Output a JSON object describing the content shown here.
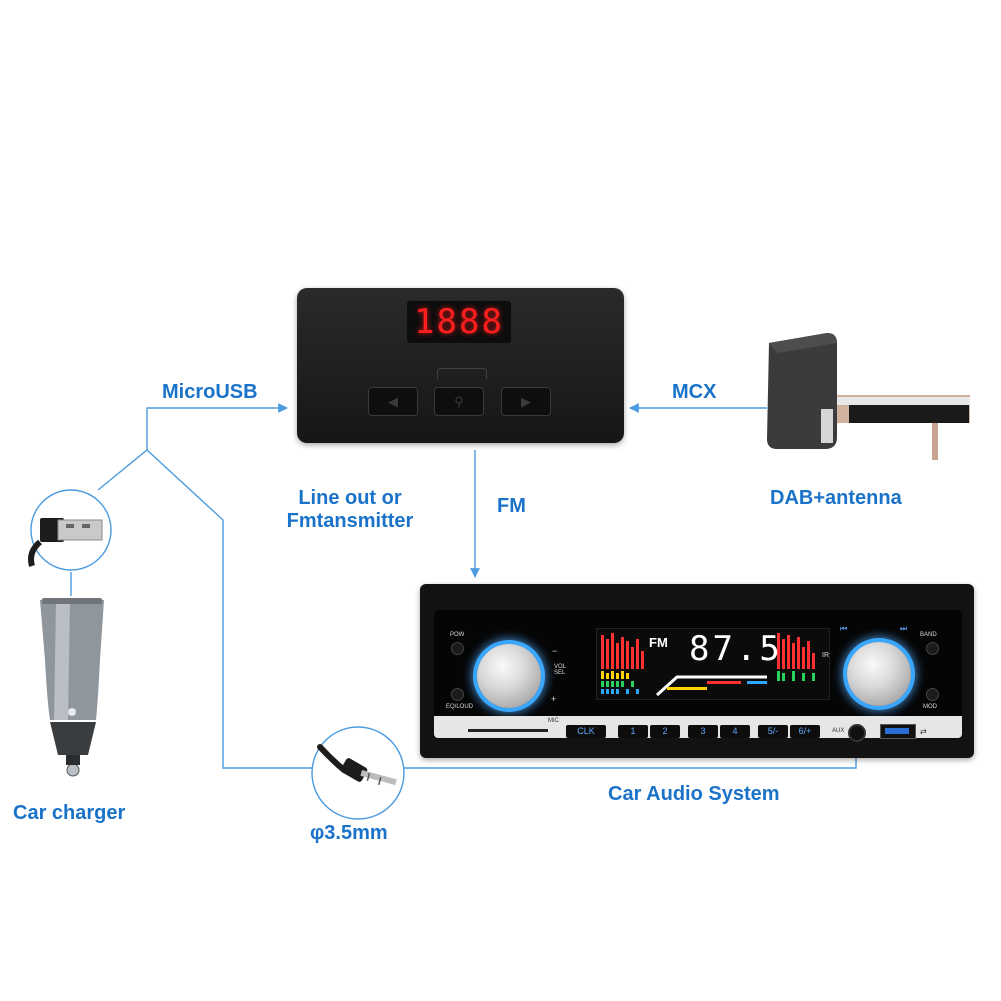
{
  "labels": {
    "microusb": "MicroUSB",
    "mcx": "MCX",
    "line_out_1": "Line out or",
    "line_out_2": "Fmtansmitter",
    "fm": "FM",
    "dab_antenna": "DAB+antenna",
    "car_charger": "Car charger",
    "jack": "φ3.5mm",
    "car_audio": "Car Audio System"
  },
  "dab_box": {
    "display": "1888",
    "prev_icon": "◀",
    "search_icon": "⚲",
    "next_icon": "▶"
  },
  "radio": {
    "band_fm": "FM",
    "frequency": "87.5",
    "pow": "POW",
    "eq_loud": "EQ/LOUD",
    "vol_sel": "VOL SEL",
    "minus": "−",
    "plus": "+",
    "ir": "IR",
    "band": "BAND",
    "mod": "MOD",
    "mic": "MIC",
    "aux": "AUX",
    "presets": [
      "CLK",
      "1",
      "2",
      "3",
      "4",
      "5/-",
      "6/+"
    ]
  },
  "colors": {
    "label_blue": "#1a73c8",
    "wire_blue": "#4b9be0",
    "led_red": "#ff1e1e",
    "knob_glow": "#3aa7ff"
  }
}
